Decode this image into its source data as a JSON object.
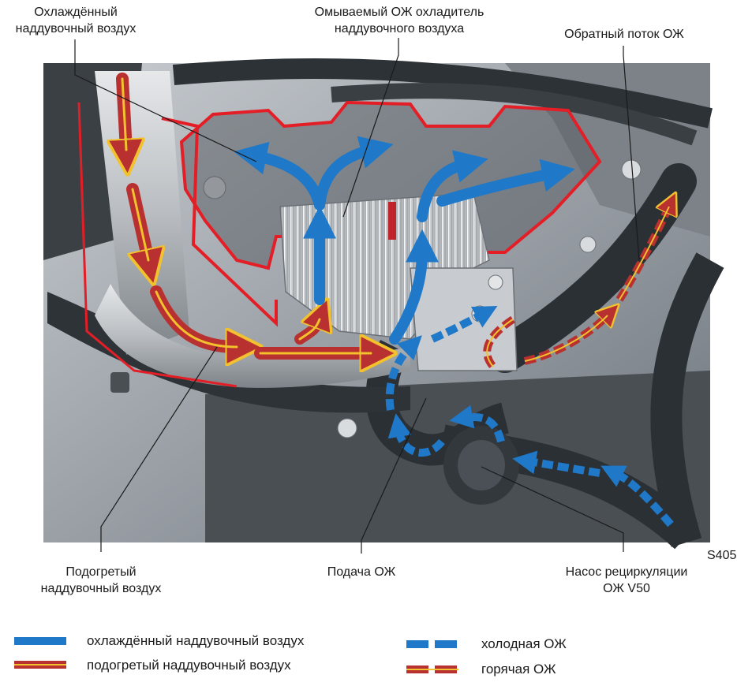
{
  "labels": {
    "cooled_air": {
      "line1": "Охлаждённый",
      "line2": "наддувочный воздух"
    },
    "cooler": {
      "line1": "Омываемый ОЖ охладитель",
      "line2": "наддувочного воздуха"
    },
    "return_flow": {
      "line1": "Обратный поток ОЖ"
    },
    "heated_air": {
      "line1": "Подогретый",
      "line2": "наддувочный воздух"
    },
    "coolant_supply": {
      "line1": "Подача ОЖ"
    },
    "pump": {
      "line1": "Насос рециркуляции",
      "line2": "ОЖ V50"
    }
  },
  "side_code": "S405",
  "legend": [
    {
      "text": "охлаждённый наддувочный воздух",
      "style": "solid",
      "color": "#1f78c8"
    },
    {
      "text": "подогретый наддувочный воздух",
      "style": "solid-stripe",
      "color": "#b8302f",
      "stripe": "#f2c12e"
    },
    {
      "text": "холодная ОЖ",
      "style": "dashed",
      "color": "#1f78c8"
    },
    {
      "text": "горячая ОЖ",
      "style": "dashed-stripe",
      "color": "#b8302f",
      "stripe": "#f2c12e"
    }
  ],
  "colors": {
    "cold_air": "#1f78c8",
    "hot_air": "#b8302f",
    "hot_stripe": "#f2c12e",
    "housing_outline": "#e41e26"
  }
}
